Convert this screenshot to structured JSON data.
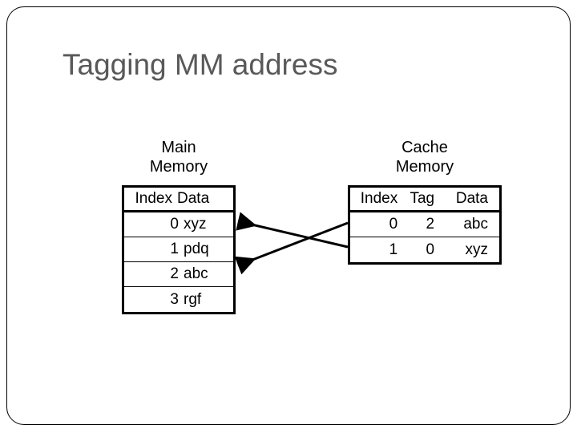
{
  "slide": {
    "title": "Tagging MM address"
  },
  "diagram": {
    "main_memory": {
      "label_line1": "Main",
      "label_line2": "Memory",
      "columns": [
        "Index",
        "Data"
      ],
      "rows": [
        {
          "index": "0",
          "data": "xyz"
        },
        {
          "index": "1",
          "data": "pdq"
        },
        {
          "index": "2",
          "data": "abc"
        },
        {
          "index": "3",
          "data": "rgf"
        }
      ]
    },
    "cache_memory": {
      "label_line1": "Cache",
      "label_line2": "Memory",
      "columns": [
        "Index",
        "Tag",
        "Data"
      ],
      "rows": [
        {
          "index": "0",
          "tag": "2",
          "data": "abc"
        },
        {
          "index": "1",
          "tag": "0",
          "data": "xyz"
        }
      ]
    },
    "mappings": [
      {
        "from": "cache-row-1",
        "to": "main-memory-row-2",
        "note": "cache line 1 (tag 0, xyz) maps to main memory index 0"
      },
      {
        "from": "cache-row-0",
        "to": "main-memory-row-0",
        "note": "cache line 0 (tag 2, abc) maps to main memory index 2"
      }
    ]
  },
  "colors": {
    "title": "#595959",
    "diagram_line": "#000000",
    "frame": "#000000",
    "background": "#ffffff"
  }
}
